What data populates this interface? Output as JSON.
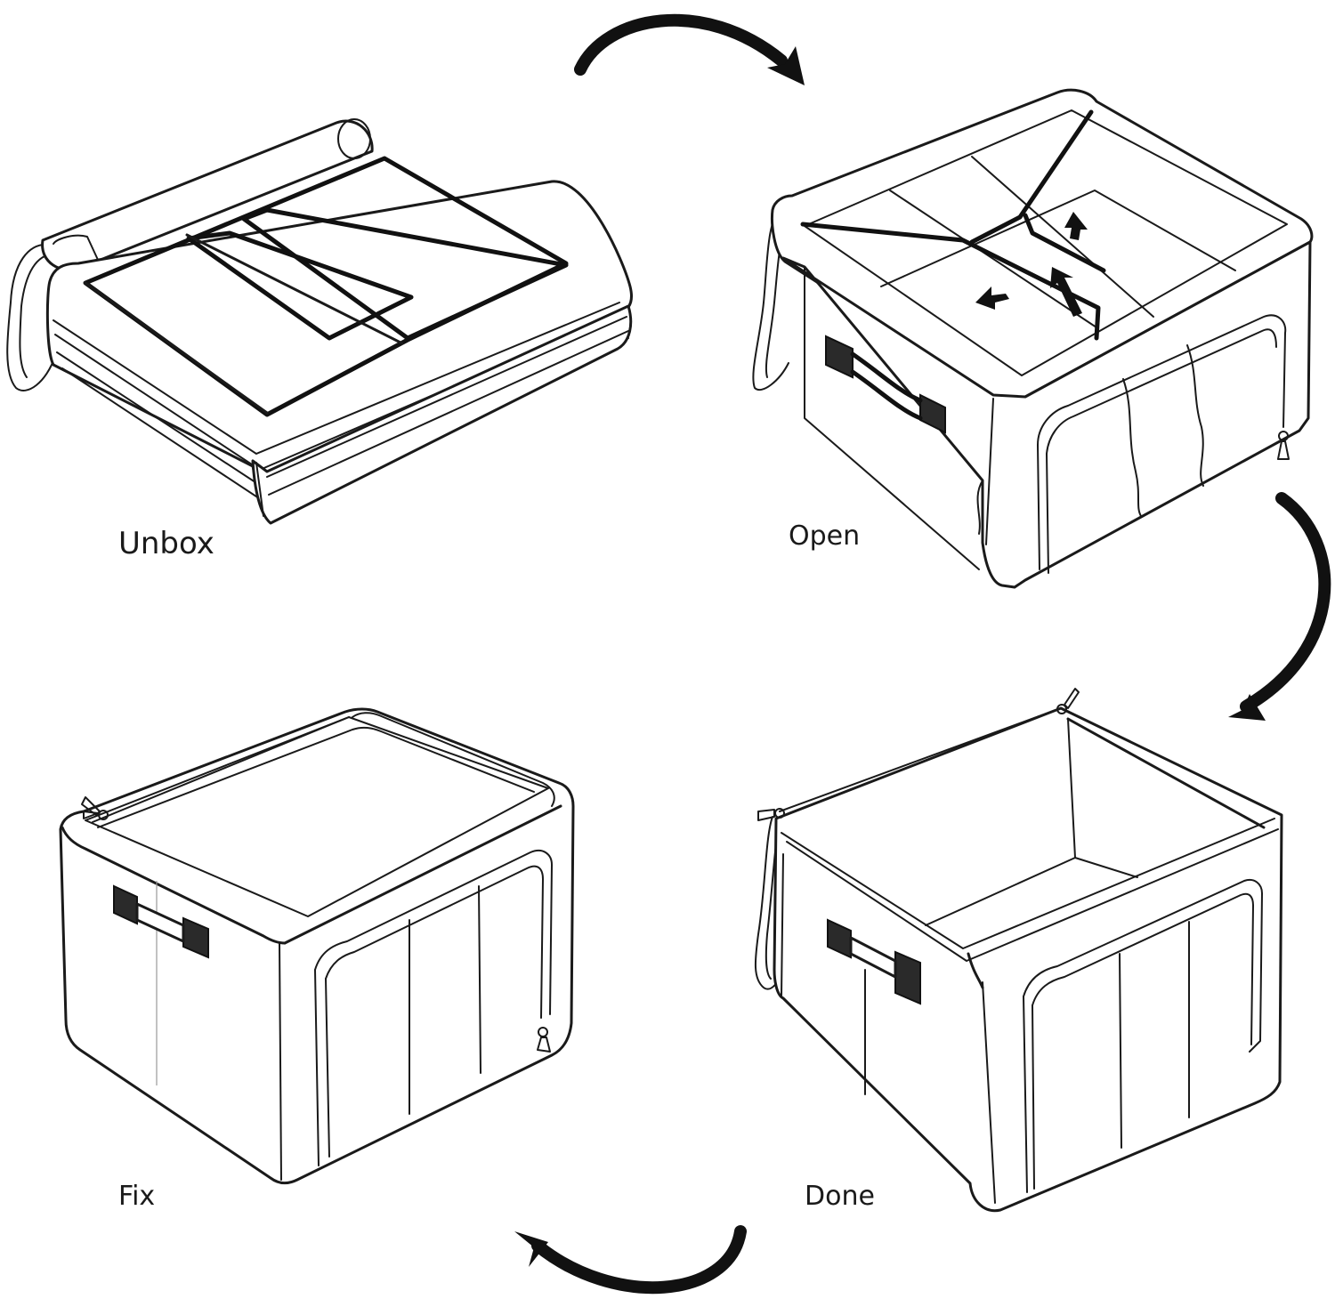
{
  "steps": [
    {
      "id": "unbox",
      "label": "Unbox"
    },
    {
      "id": "open",
      "label": "Open"
    },
    {
      "id": "done",
      "label": "Done"
    },
    {
      "id": "fix",
      "label": "Fix"
    }
  ],
  "colors": {
    "line": "#1a1a1a",
    "background": "#ffffff"
  }
}
